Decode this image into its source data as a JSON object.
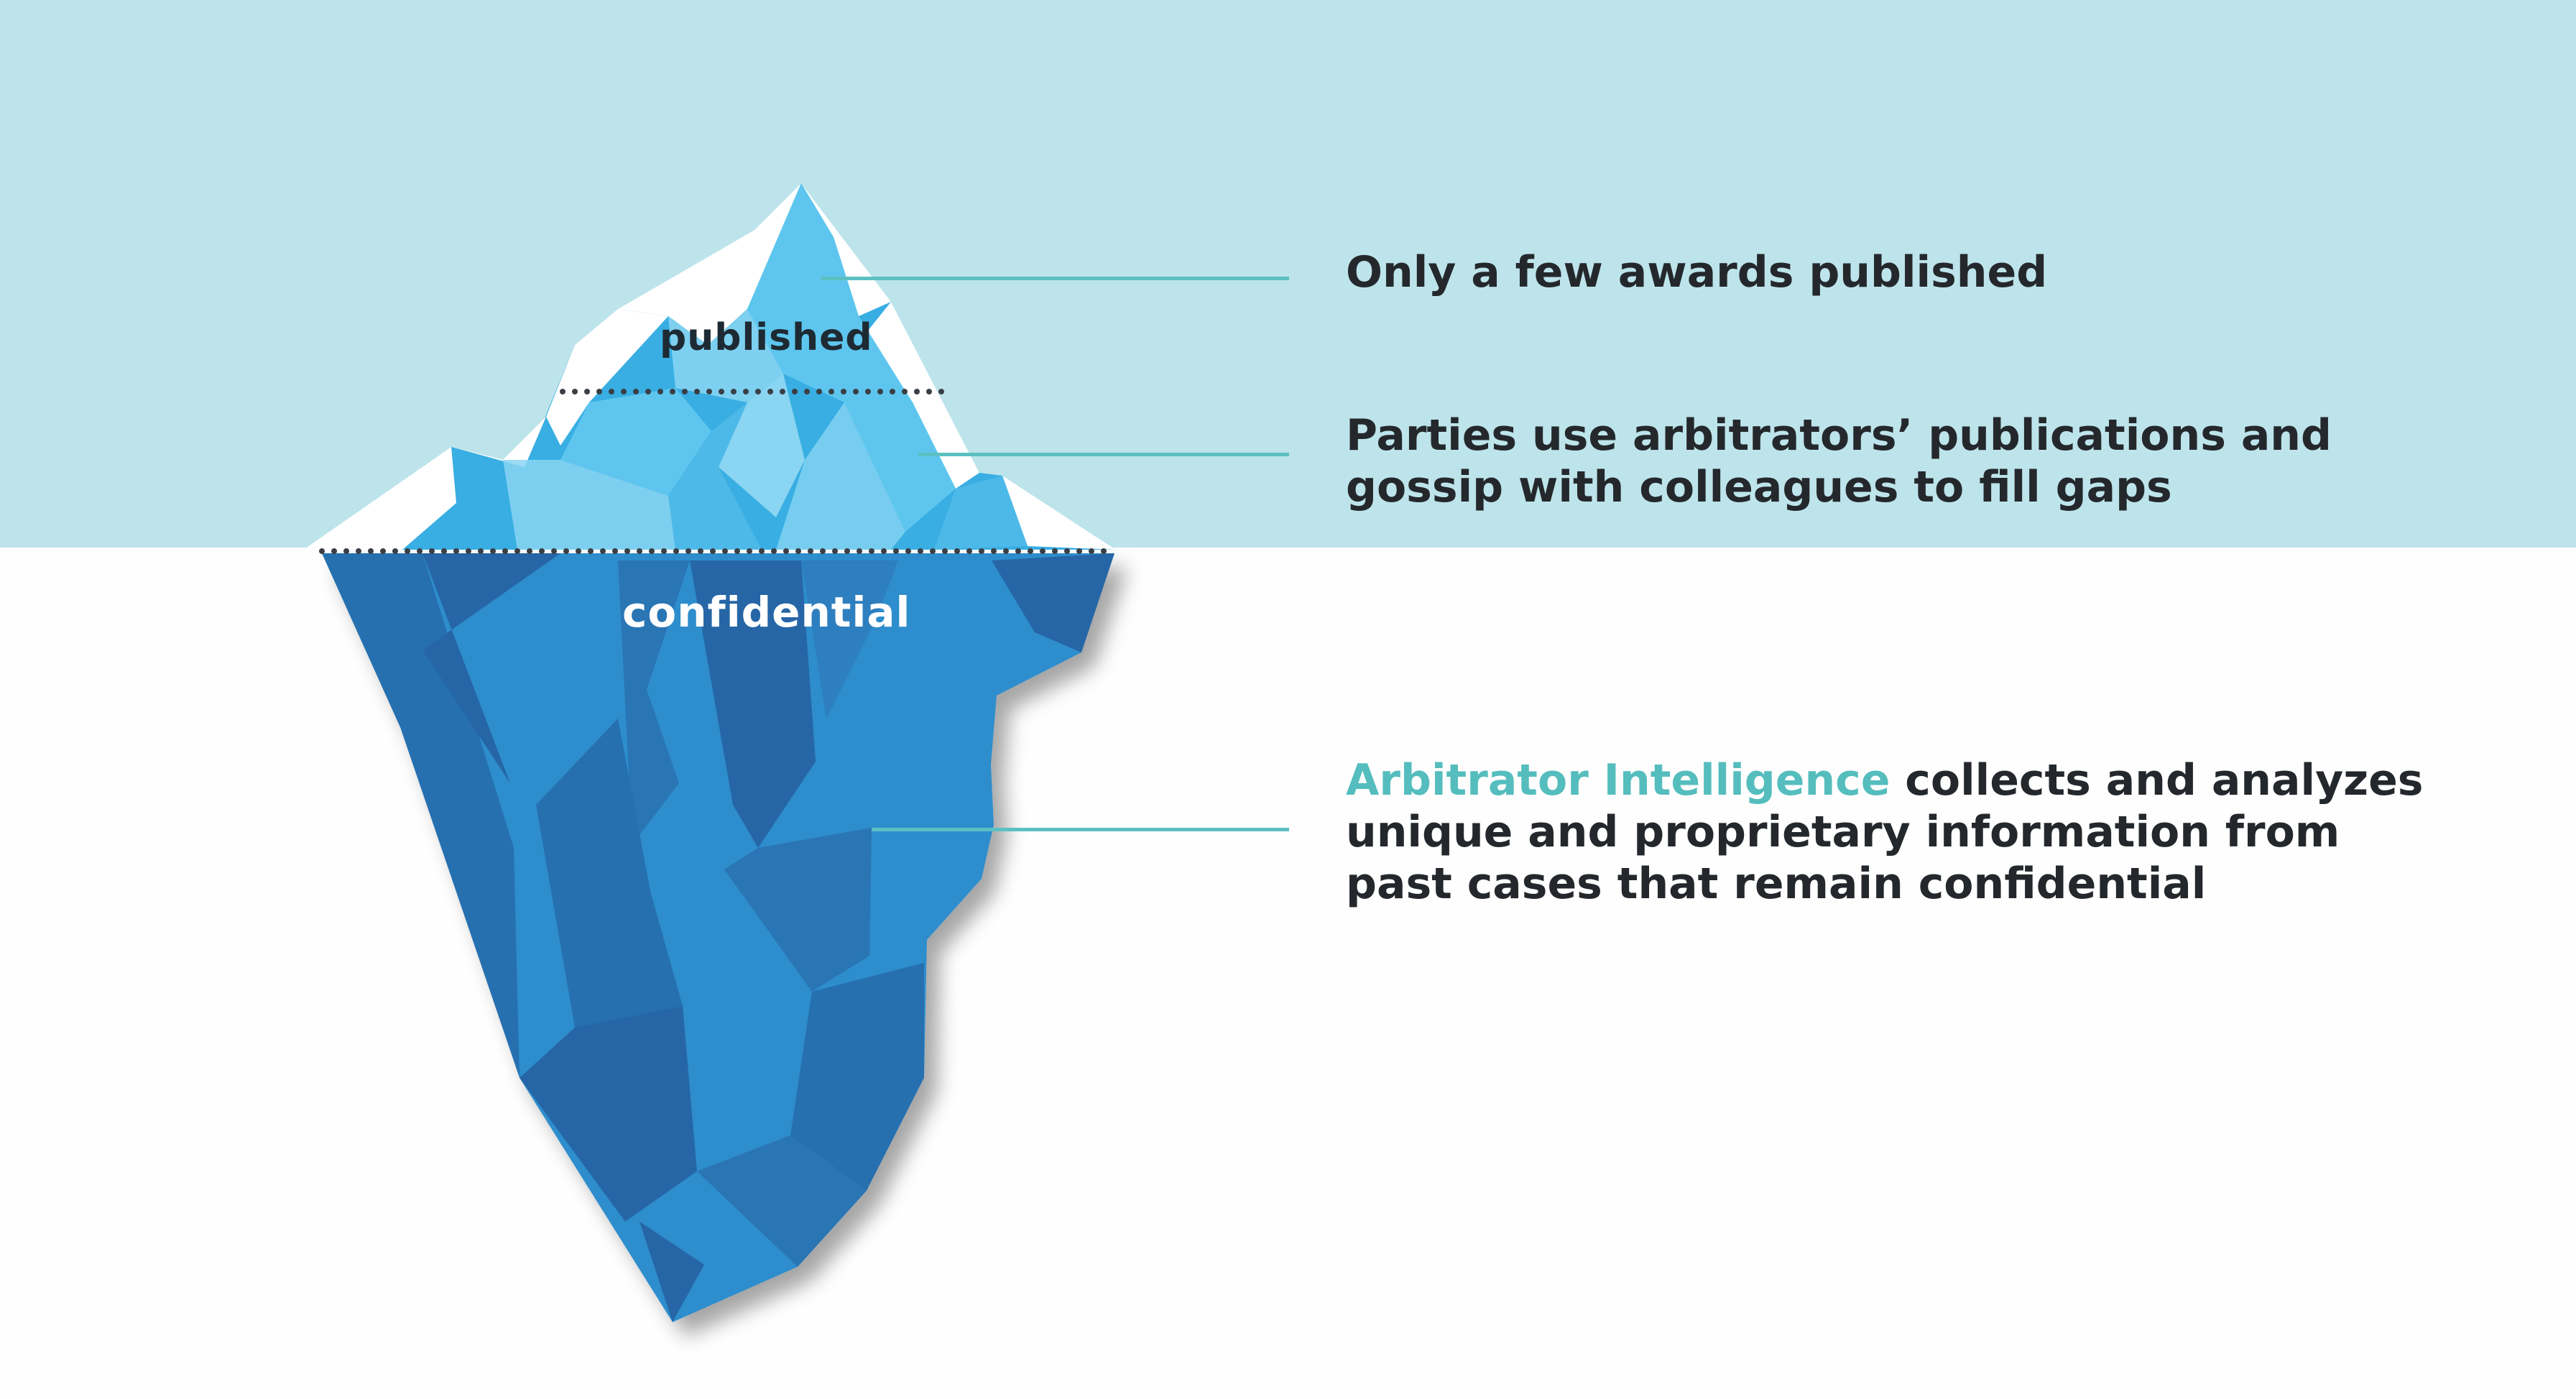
{
  "labels": {
    "published": "published",
    "confidential": "confidential"
  },
  "callouts": [
    {
      "lines": [
        "Only a few awards published"
      ]
    },
    {
      "lines": [
        "Parties use arbitrators’ publications and",
        "gossip with colleagues to fill gaps"
      ]
    },
    {
      "brand": "Arbitrator Intelligence",
      "line1_rest": " collects and analyzes",
      "lines_after": [
        "unique and proprietary information from",
        "past cases that remain confidential"
      ]
    }
  ],
  "colors": {
    "sky": "#bde4ea",
    "water": "#fefefe",
    "brand_teal": "#55bdbd",
    "callout_line": "#5cc0c2",
    "text_dark": "#24282c",
    "ice_light": "#5ec6ee",
    "ice_mid": "#38aee3",
    "snow": "#ffffff",
    "under_light": "#2f8dcc",
    "under_dark": "#2566a6"
  }
}
